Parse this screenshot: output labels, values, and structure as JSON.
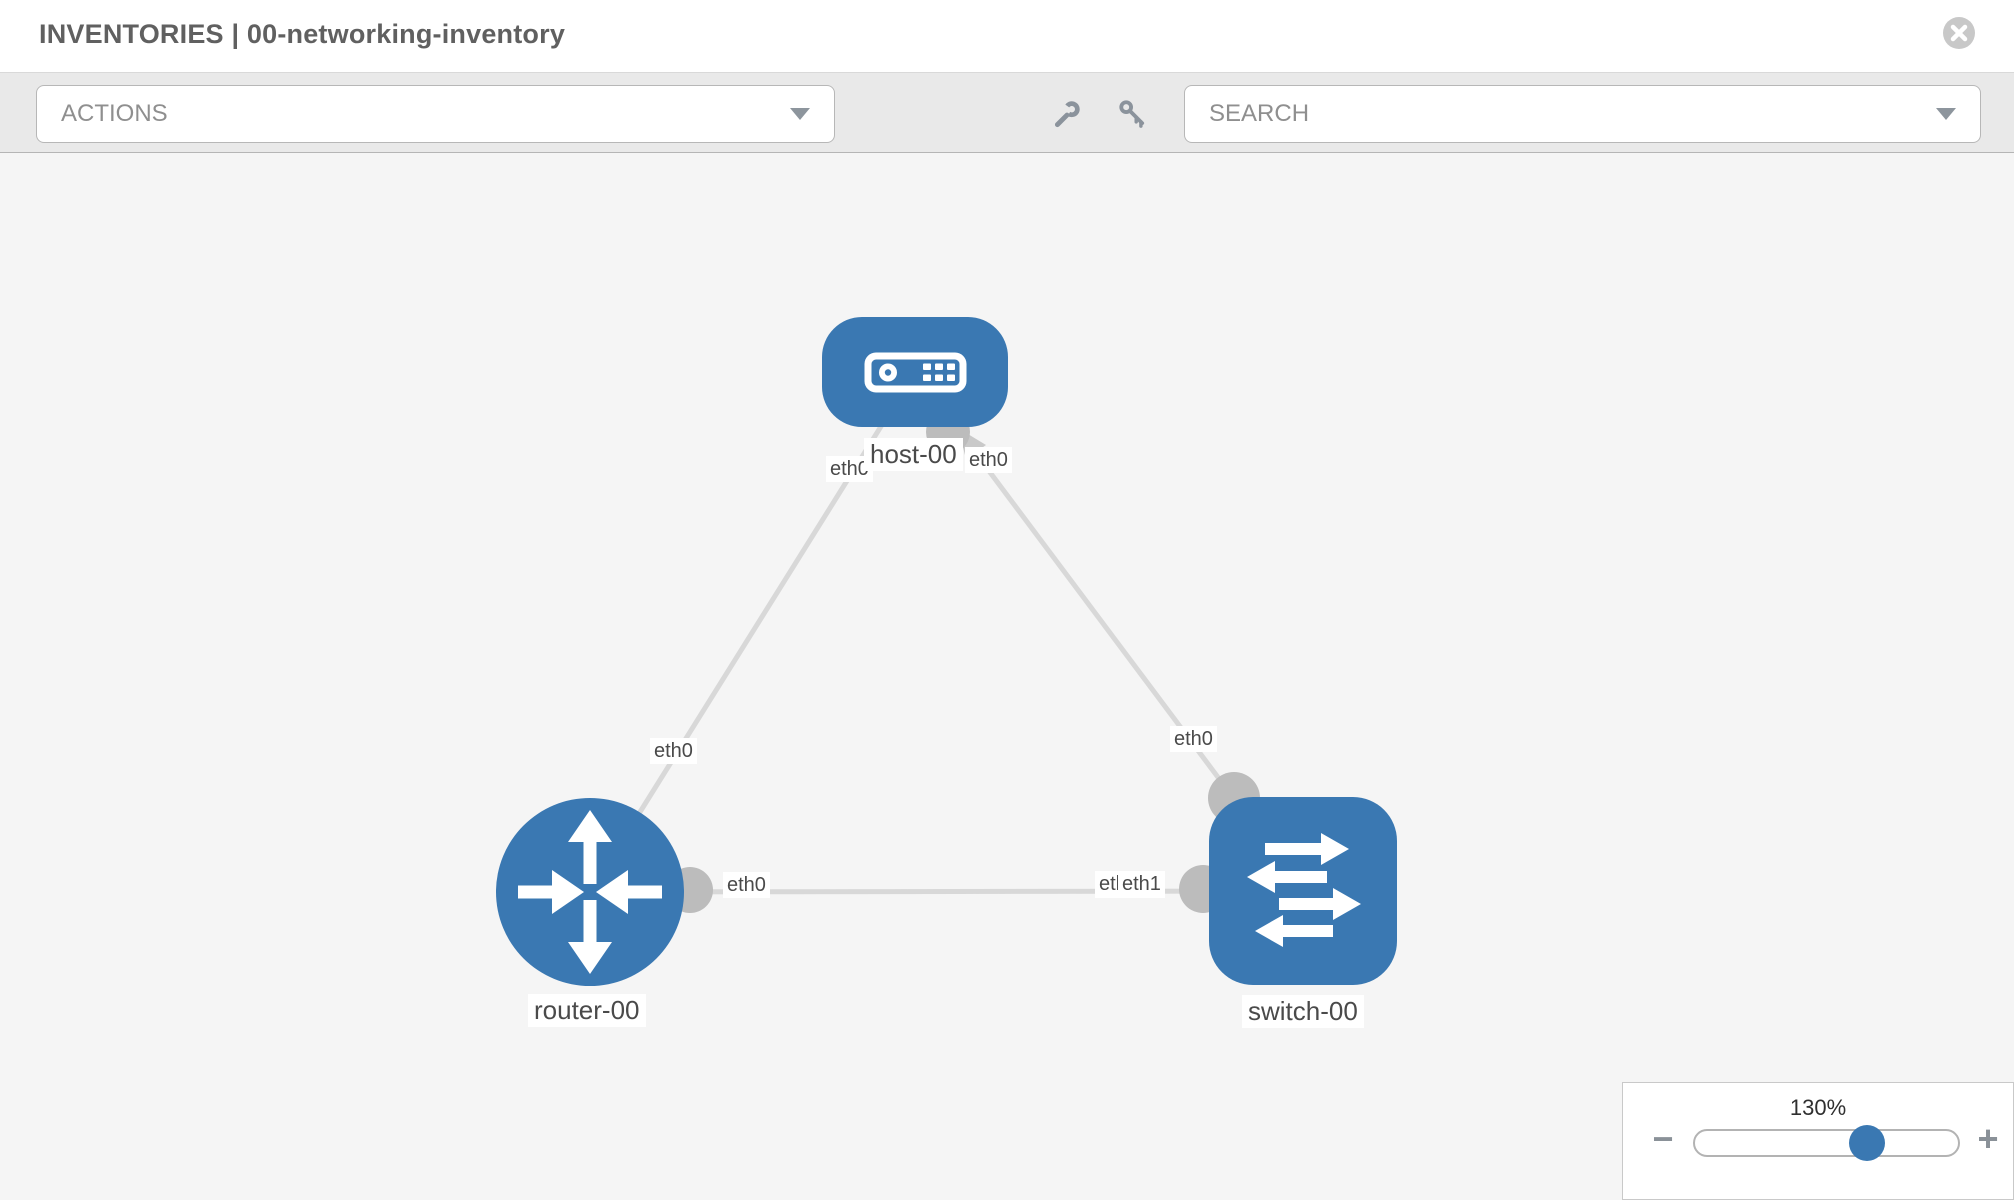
{
  "header": {
    "title": "INVENTORIES | 00-networking-inventory"
  },
  "toolbar": {
    "actions_label": "ACTIONS",
    "search_label": "SEARCH",
    "icons": [
      "wrench-icon",
      "key-icon"
    ]
  },
  "topology": {
    "nodes": [
      {
        "id": "host-00",
        "type": "host",
        "label": "host-00"
      },
      {
        "id": "router-00",
        "type": "router",
        "label": "router-00"
      },
      {
        "id": "switch-00",
        "type": "switch",
        "label": "switch-00"
      }
    ],
    "links": [
      {
        "from": "host-00",
        "to": "router-00"
      },
      {
        "from": "host-00",
        "to": "switch-00"
      },
      {
        "from": "router-00",
        "to": "switch-00"
      }
    ],
    "interface_labels": {
      "host_left": "eth0",
      "host_right": "eth0",
      "host_router_mid": "eth0",
      "host_switch_mid": "eth0",
      "router_right": "eth0",
      "switch_left_back": "eth0",
      "switch_left_front": "eth1"
    }
  },
  "zoom_control": {
    "level": "130%",
    "zoom_out_label": "−",
    "zoom_in_label": "+",
    "slider_position_percent": 64
  },
  "colors": {
    "node_blue": "#3a78b2",
    "link_gray": "#d8d8d8",
    "interface_dot_gray": "#bcbcbc",
    "toolbar_bg": "#e9e9e9",
    "canvas_bg": "#f5f5f5"
  }
}
